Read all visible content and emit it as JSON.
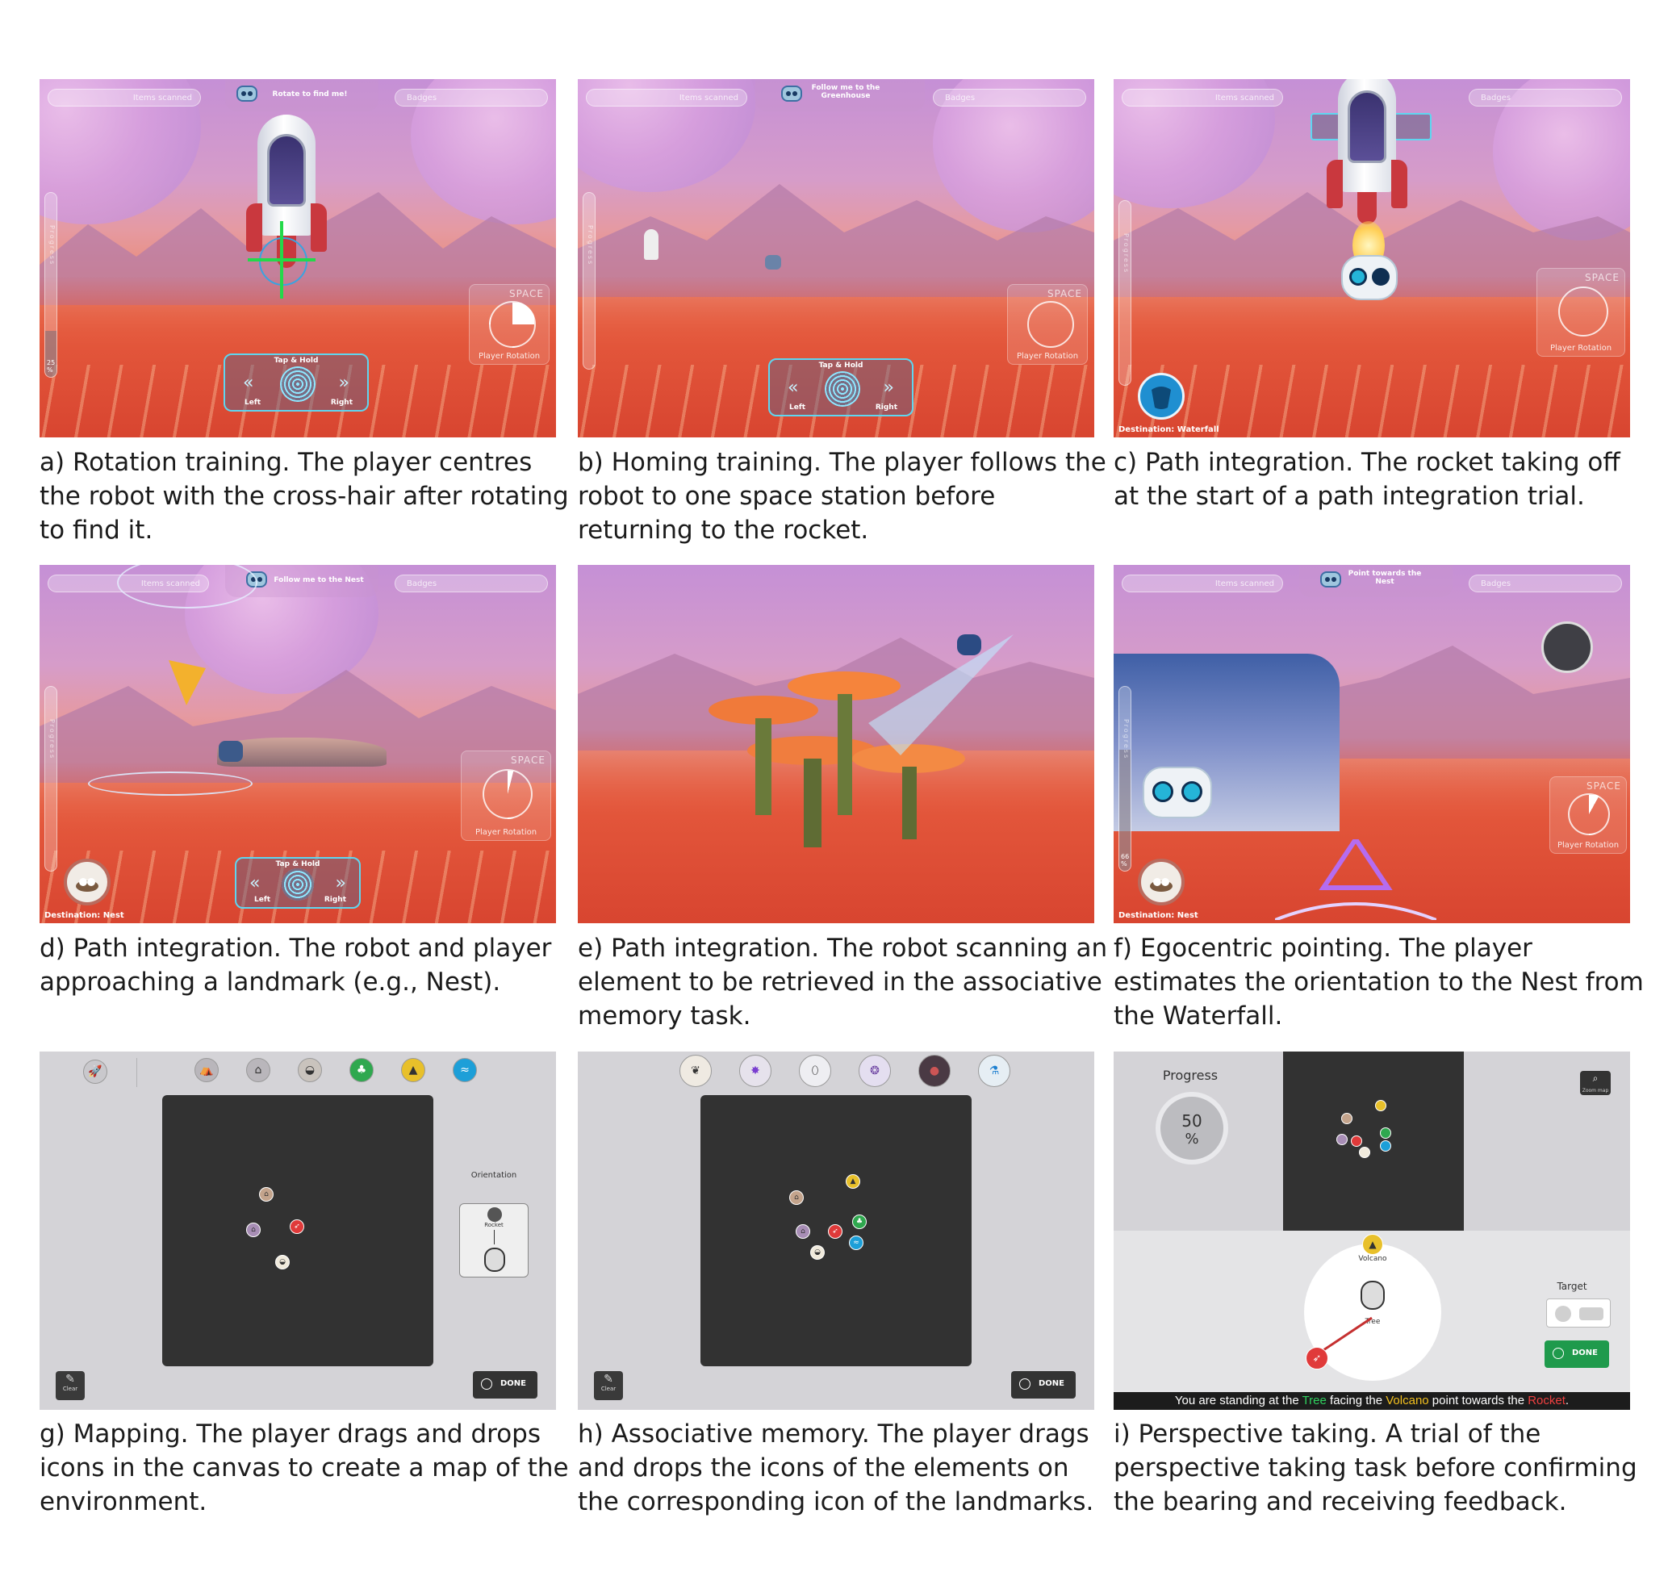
{
  "panels": {
    "a": {
      "hud_title": "Rotate to find me!",
      "left_pill": "Items scanned",
      "right_pill": "Badges",
      "progress_label": "Progress",
      "progress_value": "25 %",
      "progress_fraction": 0.25,
      "space_label": "SPACE",
      "rotation_label": "Player Rotation",
      "rotation_fraction": 0.25,
      "tap_title": "Tap & Hold",
      "tap_left": "Left",
      "tap_right": "Right",
      "caption": "a) Rotation training. The player centres the robot with the cross-hair after rotating to find it."
    },
    "b": {
      "hud_title": "Follow me to the Greenhouse",
      "left_pill": "Items scanned",
      "right_pill": "Badges",
      "progress_label": "Progress",
      "space_label": "SPACE",
      "rotation_label": "Player Rotation",
      "tap_title": "Tap & Hold",
      "tap_left": "Left",
      "tap_right": "Right",
      "caption": "b) Homing training. The player follows the robot to one space station before returning to the rocket."
    },
    "c": {
      "left_pill": "Items scanned",
      "right_pill": "Badges",
      "progress_label": "Progress",
      "space_label": "SPACE",
      "rotation_label": "Player Rotation",
      "destination": "Destination: Waterfall",
      "caption": "c) Path integration. The rocket taking off at the start of a path integration trial."
    },
    "d": {
      "hud_title": "Follow me to the Nest",
      "left_pill": "Items scanned",
      "right_pill": "Badges",
      "progress_label": "Progress",
      "space_label": "SPACE",
      "rotation_label": "Player Rotation",
      "tap_title": "Tap & Hold",
      "tap_left": "Left",
      "tap_right": "Right",
      "destination": "Destination: Nest",
      "caption": "d) Path integration. The robot and player approaching a landmark (e.g., Nest)."
    },
    "e": {
      "caption": "e) Path integration. The robot scanning an element to be retrieved in the associative memory task."
    },
    "f": {
      "hud_title": "Point towards the Nest",
      "left_pill": "Items scanned",
      "right_pill": "Badges",
      "progress_label": "Progress",
      "progress_value": "66 %",
      "progress_fraction": 0.66,
      "space_label": "SPACE",
      "rotation_label": "Player Rotation",
      "destination": "Destination: Nest",
      "caption": "f) Egocentric pointing. The player estimates the orientation to the Nest from the Waterfall."
    },
    "g": {
      "orientation_label": "Orientation",
      "rocket_label": "Rocket",
      "clear_label": "Clear",
      "done_label": "DONE",
      "caption": "g) Mapping. The player drags and drops icons in the canvas to create a map of the environment."
    },
    "h": {
      "clear_label": "Clear",
      "done_label": "DONE",
      "caption": "h) Associative memory. The player drags and drops the icons of the elements on the corresponding icon of the landmarks."
    },
    "i": {
      "progress_title": "Progress",
      "progress_value": "50",
      "progress_unit": "%",
      "zoom_label": "Zoom map",
      "volcano_label": "Volcano",
      "tree_label": "Tree",
      "target_label": "Target",
      "done_label": "DONE",
      "instruction_prefix": "You are standing at the ",
      "instruction_tree": "Tree",
      "instruction_mid": " facing the ",
      "instruction_volcano": "Volcano",
      "instruction_mid2": " point towards the ",
      "instruction_rocket": "Rocket",
      "instruction_end": ".",
      "caption": "i) Perspective taking. A trial of the perspective taking task before confirming the bearing and receiving feedback."
    }
  },
  "colors": {
    "tree": "#2fa84f",
    "volcano": "#e8c02a",
    "rocket": "#e03a3a",
    "accent_cyan": "#5ed6f0"
  }
}
